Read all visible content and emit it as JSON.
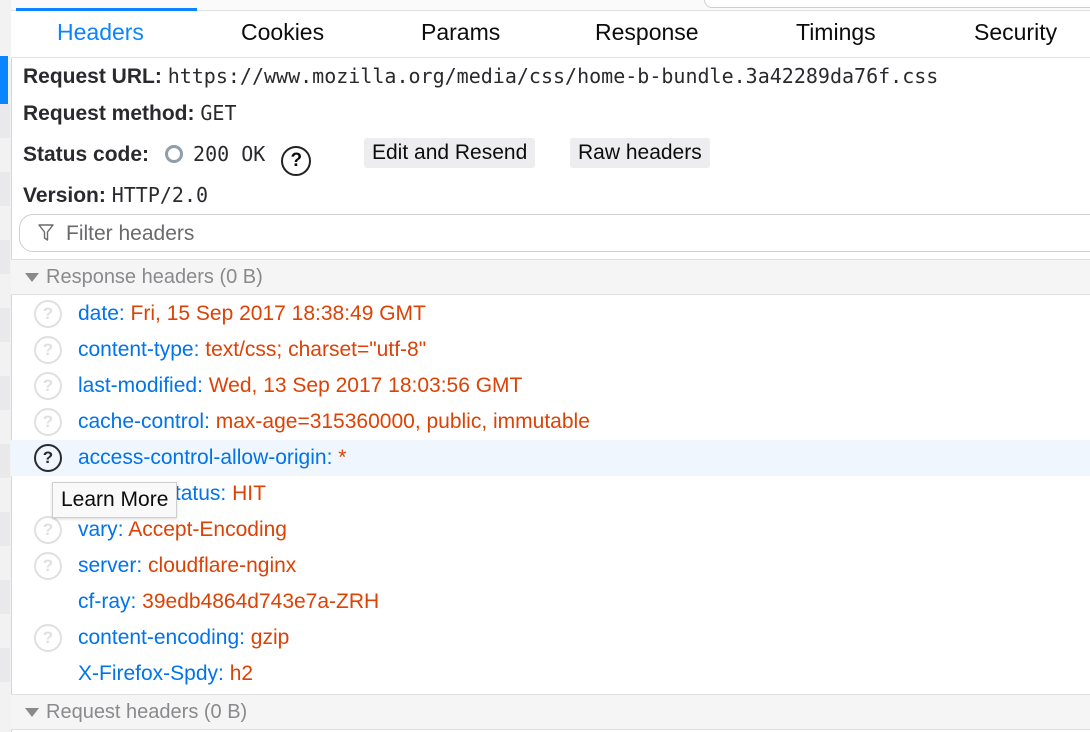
{
  "tabs": [
    "Headers",
    "Cookies",
    "Params",
    "Response",
    "Timings",
    "Security"
  ],
  "request": {
    "url_label": "Request URL:",
    "url": "https://www.mozilla.org/media/css/home-b-bundle.3a42289da76f.css",
    "method_label": "Request method:",
    "method": "GET",
    "status_label": "Status code:",
    "status": "200 OK",
    "help": "?",
    "version_label": "Version:",
    "version": "HTTP/2.0"
  },
  "buttons": {
    "edit_resend": "Edit and Resend",
    "raw_headers": "Raw headers"
  },
  "filter": {
    "placeholder": "Filter headers"
  },
  "sections": {
    "response": "Response headers (0 B)",
    "request": "Request headers (0 B)"
  },
  "response_headers": [
    {
      "name": "date",
      "value": "Fri, 15 Sep 2017 18:38:49 GMT"
    },
    {
      "name": "content-type",
      "value": "text/css; charset=\"utf-8\""
    },
    {
      "name": "last-modified",
      "value": "Wed, 13 Sep 2017 18:03:56 GMT"
    },
    {
      "name": "cache-control",
      "value": "max-age=315360000, public, immutable"
    },
    {
      "name": "access-control-allow-origin",
      "value": "*"
    },
    {
      "name": "cf-cache-status",
      "value": "HIT"
    },
    {
      "name": "vary",
      "value": "Accept-Encoding"
    },
    {
      "name": "server",
      "value": "cloudflare-nginx"
    },
    {
      "name": "cf-ray",
      "value": "39edb4864d743e7a-ZRH"
    },
    {
      "name": "content-encoding",
      "value": "gzip"
    },
    {
      "name": "X-Firefox-Spdy",
      "value": "h2"
    }
  ],
  "tooltip": "Learn More",
  "colors": {
    "accent": "#0a84ff",
    "header_name": "#0074e8",
    "header_value": "#dd4205"
  }
}
